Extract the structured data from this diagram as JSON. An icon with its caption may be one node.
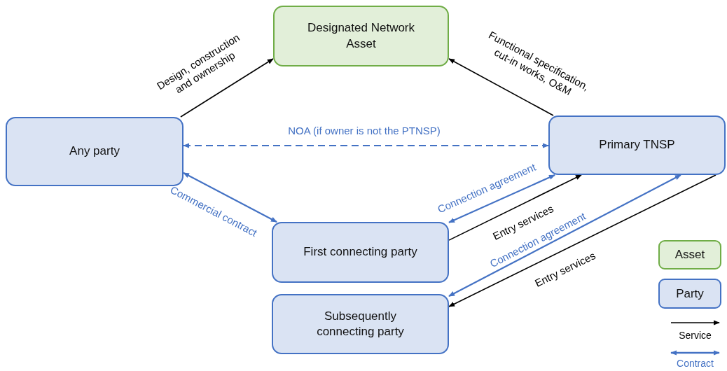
{
  "diagram": {
    "nodes": [
      {
        "text": [
          "Designated Network Asset"
        ]
      },
      {
        "text": [
          "Any party"
        ]
      },
      {
        "text": [
          "Primary TNSP"
        ]
      },
      {
        "text": [
          "First connecting party"
        ]
      },
      {
        "text": [
          "Subsequently connecting party"
        ]
      }
    ],
    "edges": [
      {
        "from": 1,
        "to": 0,
        "arrow": "to",
        "label": "Design, construction and ownership"
      },
      {
        "from": 2,
        "to": 0,
        "arrow": "to",
        "label": "Functional specification, cut-in works, O&M"
      },
      {
        "from": 1,
        "to": 2,
        "arrow": "both",
        "label": "NOA (if owner is not the PTNSP)",
        "style": "dashed",
        "color": "#4472c4"
      },
      {
        "from": 1,
        "to": 3,
        "arrow": "both",
        "label": "Commercial contract",
        "color": "#4472c4"
      },
      {
        "from": 3,
        "to": 2,
        "arrow": "both",
        "label": "Connection agreement",
        "color": "#4472c4"
      },
      {
        "from": 3,
        "to": 2,
        "arrow": "to",
        "label": "Entry services"
      },
      {
        "from": 4,
        "to": 2,
        "arrow": "both",
        "label": "Connection agreement",
        "color": "#4472c4"
      },
      {
        "from": 2,
        "to": 4,
        "arrow": "to",
        "label": "Entry services"
      }
    ],
    "legend": [
      {
        "text": "Asset",
        "color": "#e2efd9"
      },
      {
        "text": "Party",
        "color": "#dae3f3"
      },
      {
        "text": "Service"
      },
      {
        "text": "Contract"
      }
    ]
  }
}
